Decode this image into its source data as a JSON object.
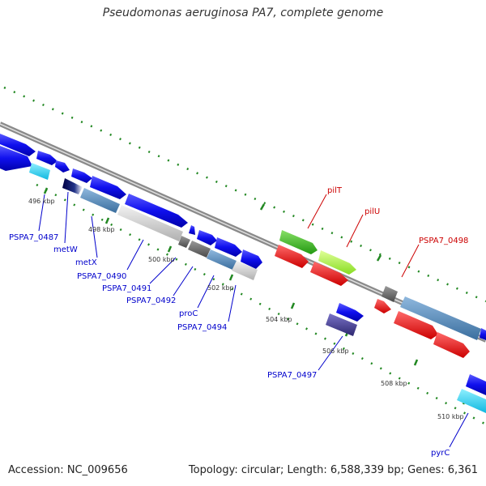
{
  "title": "Pseudomonas aeruginosa PA7, complete genome",
  "footer": {
    "accession": "Accession: NC_009656",
    "summary": "Topology: circular; Length: 6,588,339 bp; Genes: 6,361"
  },
  "ruler": {
    "labels": [
      "496 kbp",
      "498 kbp",
      "500 kbp",
      "502 kbp",
      "504 kbp",
      "506 kbp",
      "508 kbp",
      "510 kbp"
    ]
  },
  "gene_labels": [
    {
      "text": "PSPA7_0487",
      "color": "#0000cc"
    },
    {
      "text": "metW",
      "color": "#0000cc"
    },
    {
      "text": "metX",
      "color": "#0000cc"
    },
    {
      "text": "PSPA7_0490",
      "color": "#0000cc"
    },
    {
      "text": "PSPA7_0491",
      "color": "#0000cc"
    },
    {
      "text": "PSPA7_0492",
      "color": "#0000cc"
    },
    {
      "text": "proC",
      "color": "#0000cc"
    },
    {
      "text": "PSPA7_0494",
      "color": "#0000cc"
    },
    {
      "text": "PSPA7_0497",
      "color": "#0000cc"
    },
    {
      "text": "pyrC",
      "color": "#0000cc"
    },
    {
      "text": "pilT",
      "color": "#cc0000"
    },
    {
      "text": "pilU",
      "color": "#cc0000"
    },
    {
      "text": "PSPA7_0498",
      "color": "#cc0000"
    }
  ],
  "legend_colors": {
    "blue": "#1010ee",
    "light_blue": "#22ccee",
    "steel": "#4f86b8",
    "light_gray": "#c9c9c9",
    "dark_gray": "#666666",
    "red": "#ee1111",
    "green": "#33bb11",
    "light_green": "#99ee33",
    "purple": "#443c99",
    "navy": "#000055",
    "tick_green": "#228822",
    "backbone": "#888888"
  }
}
